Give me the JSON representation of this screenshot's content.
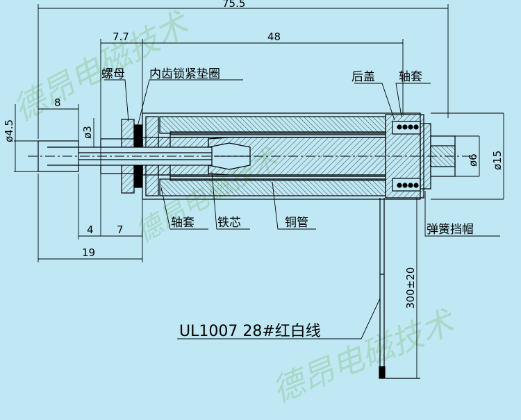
{
  "colors": {
    "background": "#bfe8f4",
    "line": "#000000",
    "watermark": "#a8d8c8"
  },
  "dimensions": {
    "overall_length": "75.5",
    "nut_offset": "7.7",
    "body_length": "48",
    "shaft_end_length": "8",
    "tip_diameter": "ø4.5",
    "shaft_diameter": "ø3",
    "sleeve_diameter": "ø6",
    "body_diameter": "ø15",
    "gap_4": "4",
    "gap_7": "7",
    "stroke_19": "19",
    "lead_length": "300±20"
  },
  "labels": {
    "nut": "螺母",
    "lock_washer": "内齿锁紧垫圈",
    "rear_cover": "后盖",
    "sleeve_top": "轴套",
    "sleeve_bottom": "轴套",
    "iron_core": "铁芯",
    "copper_tube": "铜管",
    "spring_cap": "弹簧挡帽",
    "wire": "UL1007  28#红白线"
  },
  "watermark": {
    "text": "德昂电磁技术"
  }
}
